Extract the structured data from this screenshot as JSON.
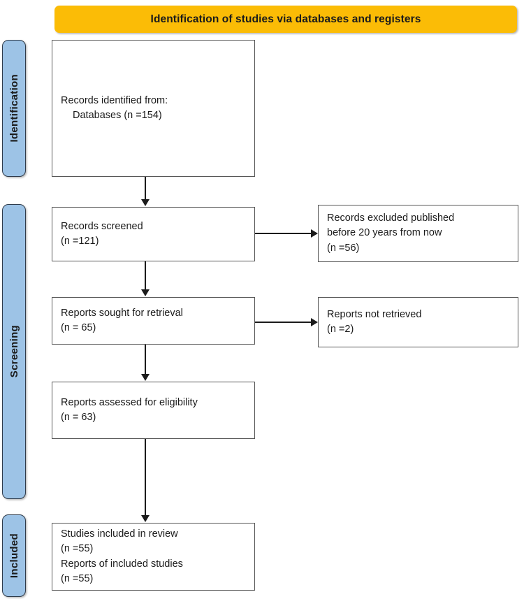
{
  "banner": {
    "title": "Identification of studies via databases and registers",
    "color": "#fbbc06"
  },
  "stages": {
    "color": "#9dc3e6",
    "identification": "Identification",
    "screening": "Screening",
    "included": "Included"
  },
  "boxes": {
    "identified": {
      "lines": [
        "Records identified from:",
        "Databases (n =154)"
      ]
    },
    "screened": {
      "lines": [
        "Records screened",
        "(n =121)"
      ]
    },
    "excluded": {
      "lines": [
        "Records excluded published",
        "before 20 years from now",
        "(n =56)"
      ]
    },
    "sought": {
      "lines": [
        "Reports sought for retrieval",
        "(n = 65)"
      ]
    },
    "not_retrieved": {
      "lines": [
        "Reports not retrieved",
        "(n =2)"
      ]
    },
    "assessed": {
      "lines": [
        "Reports assessed for eligibility",
        "(n = 63)"
      ]
    },
    "included": {
      "lines": [
        "Studies included in review",
        "(n =55)",
        "Reports of included studies",
        "(n =55)"
      ]
    }
  },
  "chart_data": {
    "type": "diagram",
    "title": "Identification of studies via databases and registers",
    "diagram_kind": "PRISMA flow diagram",
    "stages": [
      "Identification",
      "Screening",
      "Included"
    ],
    "nodes": [
      {
        "id": "identified",
        "stage": "Identification",
        "label": "Records identified from: Databases",
        "n": 154
      },
      {
        "id": "screened",
        "stage": "Screening",
        "label": "Records screened",
        "n": 121
      },
      {
        "id": "excluded",
        "stage": "Screening",
        "label": "Records excluded published before 20 years from now",
        "n": 56
      },
      {
        "id": "sought",
        "stage": "Screening",
        "label": "Reports sought for retrieval",
        "n": 65
      },
      {
        "id": "not_retrieved",
        "stage": "Screening",
        "label": "Reports not retrieved",
        "n": 2
      },
      {
        "id": "assessed",
        "stage": "Screening",
        "label": "Reports assessed for eligibility",
        "n": 63
      },
      {
        "id": "included_review",
        "stage": "Included",
        "label": "Studies included in review",
        "n": 55
      },
      {
        "id": "included_reports",
        "stage": "Included",
        "label": "Reports of included studies",
        "n": 55
      }
    ],
    "edges": [
      {
        "from": "identified",
        "to": "screened",
        "direction": "down"
      },
      {
        "from": "screened",
        "to": "excluded",
        "direction": "right"
      },
      {
        "from": "screened",
        "to": "sought",
        "direction": "down"
      },
      {
        "from": "sought",
        "to": "not_retrieved",
        "direction": "right"
      },
      {
        "from": "sought",
        "to": "assessed",
        "direction": "down"
      },
      {
        "from": "assessed",
        "to": "included_review",
        "direction": "down"
      }
    ]
  }
}
